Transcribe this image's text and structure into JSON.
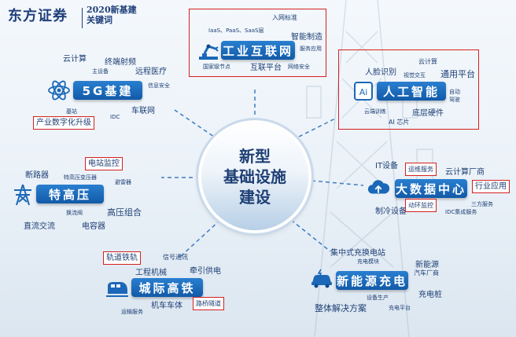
{
  "header": {
    "brand": "东方证券",
    "subtitle_line1": "2020新基建",
    "subtitle_line2": "关键词"
  },
  "center": {
    "line1": "新型",
    "line2": "基础设施",
    "line3": "建设"
  },
  "nodes": {
    "industrial_internet": {
      "label": "工业互联网",
      "icon": "robot-arm-icon",
      "terms": [
        "入网标准",
        "IaaS、PaaS、SaaS层",
        "智能制造",
        "服务应用",
        "国家级节点",
        "互联平台",
        "网络安全"
      ]
    },
    "ai": {
      "label": "人工智能",
      "icon": "ai-chip-icon",
      "terms": [
        "人脸识别",
        "云计算",
        "通用平台",
        "视觉交互",
        "自动",
        "驾驶",
        "云端训练",
        "底层硬件",
        "AI 芯片"
      ]
    },
    "five_g": {
      "label": "5G基建",
      "icon": "atom-icon",
      "terms": [
        "云计算",
        "终端射频",
        "主设备",
        "远程医疗",
        "信息安全",
        "基站",
        "车联网",
        "IDC"
      ],
      "tag": "产业数字化升级"
    },
    "big_data": {
      "label": "大数据中心",
      "icon": "cloud-upload-icon",
      "terms": [
        "IT设备",
        "云计算厂商",
        "三方服务",
        "IDC集成服务",
        "制冷设备"
      ],
      "tags": [
        "运维服务",
        "行业应用",
        "动环监控"
      ]
    },
    "uhv": {
      "label": "特高压",
      "icon": "power-tower-icon",
      "terms": [
        "断路器",
        "特高压变压器",
        "避雷器",
        "换流阀",
        "高压组合",
        "直流交流",
        "电容器"
      ],
      "tag": "电站监控"
    },
    "intercity_rail": {
      "label": "城际高铁",
      "icon": "train-icon",
      "terms": [
        "信号通讯",
        "工程机械",
        "牵引供电",
        "机车车体",
        "运输服务"
      ],
      "tags": [
        "轨道铁轨",
        "路桥隧道"
      ]
    },
    "ev_charging": {
      "label": "新能源充电",
      "icon": "ev-car-icon",
      "terms": [
        "集中式充换电站",
        "充电模块",
        "新能源",
        "汽车厂商",
        "充电桩",
        "整体解决方案",
        "设备生产",
        "充电平台"
      ]
    }
  },
  "colors": {
    "accent": "#1b68b8",
    "text": "#1e3f74",
    "highlight": "#d42020"
  }
}
